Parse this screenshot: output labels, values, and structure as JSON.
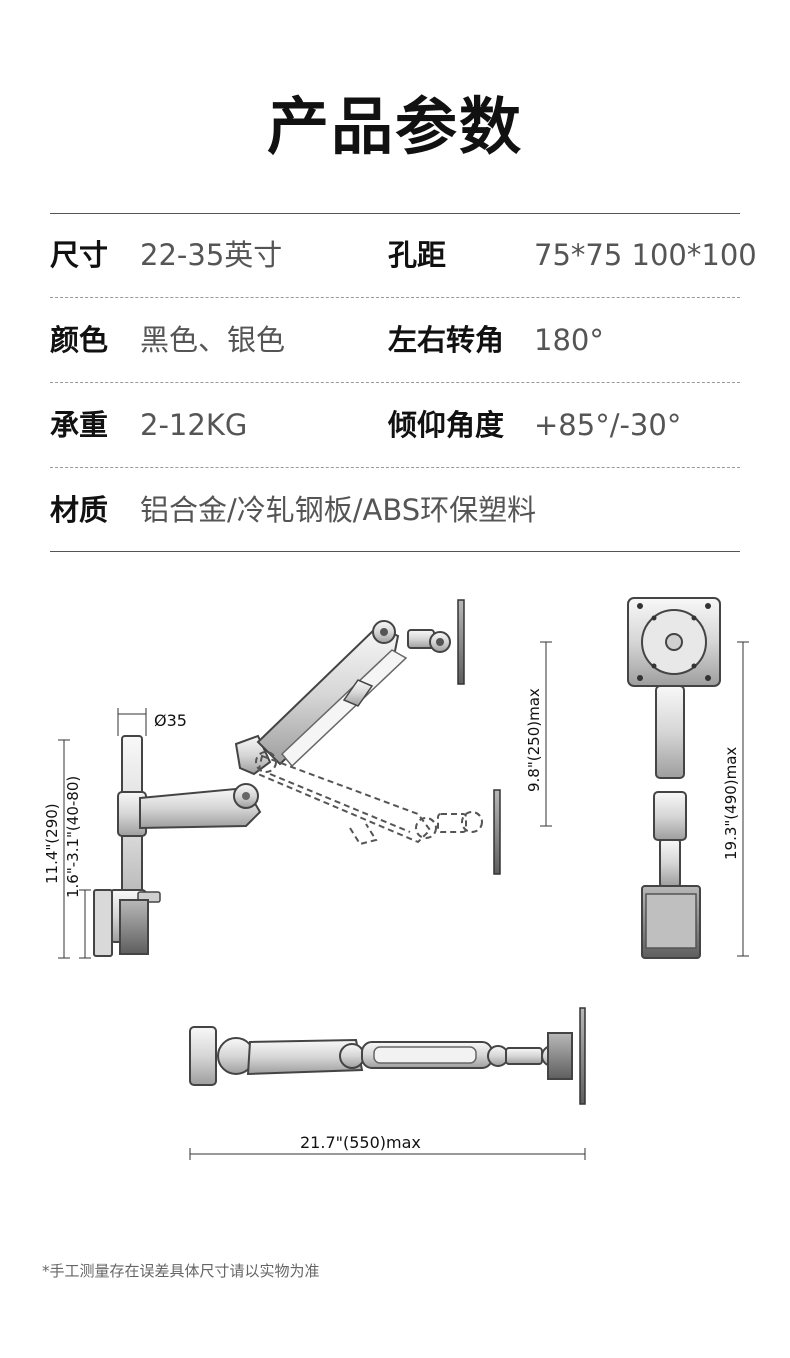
{
  "page": {
    "title": "产品参数",
    "specs": [
      {
        "left_label": "尺寸",
        "left_value": "22-35英寸",
        "right_label": "孔距",
        "right_value": "75*75  100*100"
      },
      {
        "left_label": "颜色",
        "left_value": "黑色、银色",
        "right_label": "左右转角",
        "right_value": "180°"
      },
      {
        "left_label": "承重",
        "left_value": "2-12KG",
        "right_label": "倾仰角度",
        "right_value": "+85°/-30°"
      },
      {
        "left_label": "材质",
        "left_value": "铝合金/冷轧钢板/ABS环保塑料"
      }
    ],
    "diagram": {
      "side_view": {
        "diameter_label": "Ø35",
        "height_label": "11.4\"(290)",
        "clamp_label": "1.6\"-3.1\"(40-80)",
        "vertical_offset_label": "9.8\"(250)max"
      },
      "front_view": {
        "height_label": "19.3\"(490)max"
      },
      "top_view": {
        "reach_label": "21.7\"(550)max"
      }
    },
    "note": "*手工测量存在误差具体尺寸请以实物为准"
  }
}
